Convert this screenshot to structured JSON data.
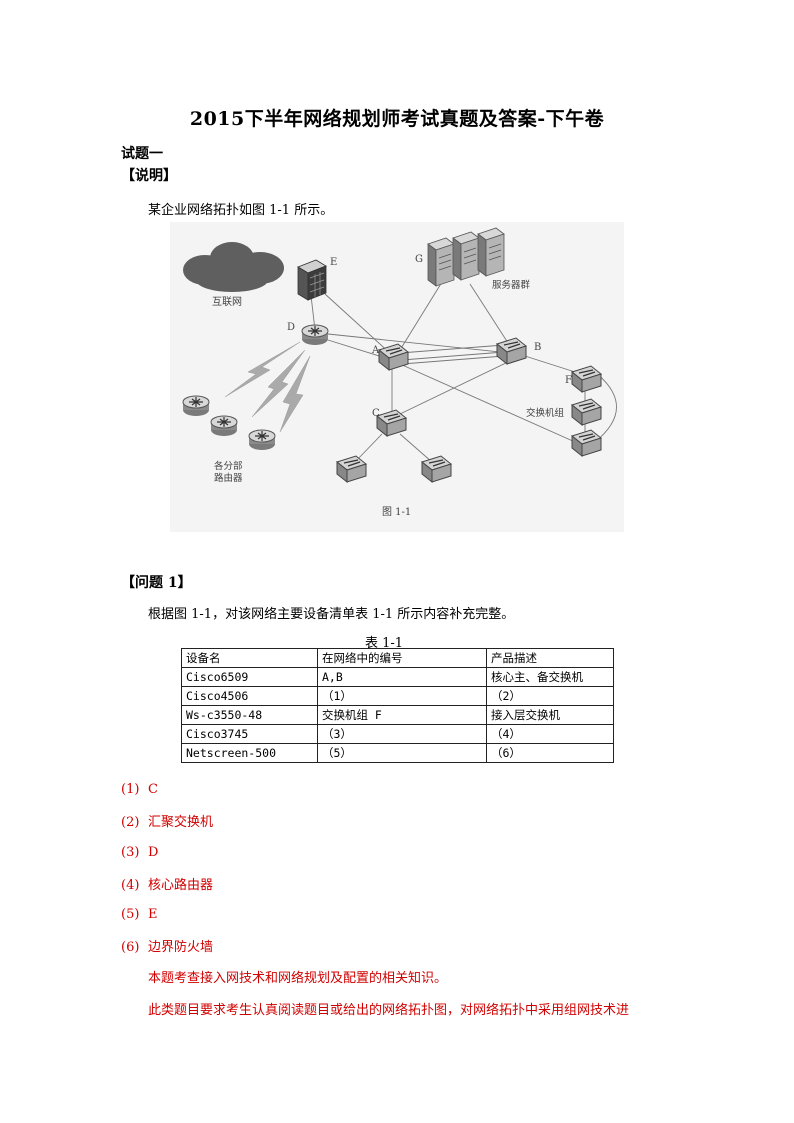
{
  "title": "2015下半年网络规划师考试真题及答案-下午卷",
  "question_heading": "试题一",
  "explain_heading": "【说明】",
  "intro": "某企业网络拓扑如图 1-1 所示。",
  "figure": {
    "labels": {
      "internet": "互联网",
      "e": "E",
      "g": "G",
      "servers": "服务器群",
      "d": "D",
      "a": "A",
      "b": "B",
      "c": "C",
      "f": "F",
      "switch_group": "交换机组",
      "branch_line1": "各分部",
      "branch_line2": "路由器",
      "caption": "图 1-1"
    }
  },
  "problem_heading": "【问题 1】",
  "problem_text": "根据图 1-1，对该网络主要设备清单表 1-1 所示内容补充完整。",
  "table": {
    "caption": "表 1-1",
    "headers": [
      "设备名",
      "在网络中的编号",
      "产品描述"
    ],
    "rows": [
      [
        "Cisco6509",
        "A,B",
        "核心主、备交换机"
      ],
      [
        "Cisco4506",
        "（1）",
        "（2）"
      ],
      [
        "Ws-c3550-48",
        "交换机组 F",
        "接入层交换机"
      ],
      [
        "Cisco3745",
        "（3）",
        "（4）"
      ],
      [
        "Netscreen-500",
        "（5）",
        "（6）"
      ]
    ]
  },
  "answers": [
    {
      "label": "(1)",
      "text": "C"
    },
    {
      "label": "(2)",
      "text": "汇聚交换机"
    },
    {
      "label": "(3)",
      "text": "D"
    },
    {
      "label": "(4)",
      "text": "核心路由器"
    },
    {
      "label": "(5)",
      "text": "E"
    },
    {
      "label": "(6)",
      "text": "边界防火墙"
    }
  ],
  "analysis": [
    "本题考查接入网技术和网络规划及配置的相关知识。",
    "此类题目要求考生认真阅读题目或给出的网络拓扑图，对网络拓扑中采用组网技术进"
  ]
}
